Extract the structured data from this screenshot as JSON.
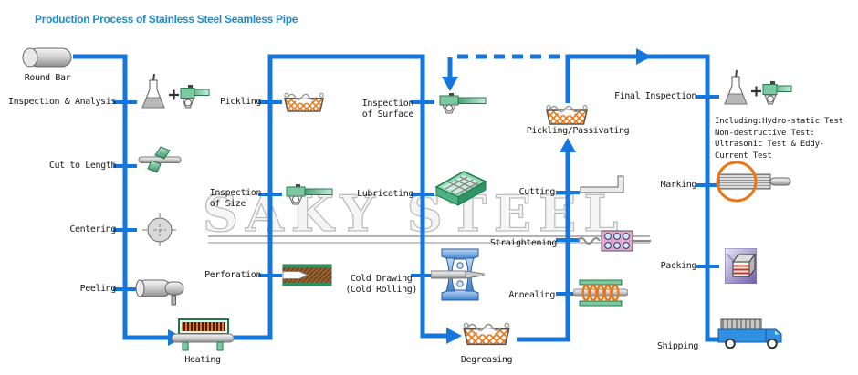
{
  "title": "Production Process of Stainless Steel Seamless Pipe",
  "watermark": {
    "text": "SAKY STEEL"
  },
  "colors": {
    "flow_line": "#1577de",
    "title_text": "#1d8ccd",
    "label_text": "#191919",
    "watermark_gray": "#bdbdbd",
    "machine_green": "#2f8f5f",
    "bath_orange": "#e87818"
  },
  "steps": [
    {
      "id": "round-bar",
      "label": "Round Bar",
      "icon": "round-bar-icon"
    },
    {
      "id": "inspection-analysis",
      "label": "Inspection & Analysis",
      "icon": "flask-caliper-icon"
    },
    {
      "id": "cut-to-length",
      "label": "Cut to Length",
      "icon": "bar-cutter-icon"
    },
    {
      "id": "centering",
      "label": "Centering",
      "icon": "crosshair-icon"
    },
    {
      "id": "peeling",
      "label": "Peeling",
      "icon": "peeled-bar-icon"
    },
    {
      "id": "heating",
      "label": "Heating",
      "icon": "heating-furnace-icon"
    },
    {
      "id": "pickling",
      "label": "Pickling",
      "icon": "acid-bath-icon"
    },
    {
      "id": "inspection-of-size",
      "label": "Inspection\nof Size",
      "icon": "caliper-icon"
    },
    {
      "id": "perforation",
      "label": "Perforation",
      "icon": "piercing-die-icon"
    },
    {
      "id": "inspection-of-surface",
      "label": "Inspection\nof Surface",
      "icon": "caliper-icon"
    },
    {
      "id": "lubricating",
      "label": "Lubricating",
      "icon": "lubrication-basket-icon"
    },
    {
      "id": "cold-drawing",
      "label": "Cold Drawing\n(Cold Rolling)",
      "icon": "drawing-mill-icon"
    },
    {
      "id": "degreasing",
      "label": "Degreasing",
      "icon": "acid-bath-icon"
    },
    {
      "id": "annealing",
      "label": "Annealing",
      "icon": "annealing-coil-furnace-icon"
    },
    {
      "id": "straightening",
      "label": "Straightening",
      "icon": "straightener-rolls-icon"
    },
    {
      "id": "cutting",
      "label": "Cutting",
      "icon": "cut-pipe-icon"
    },
    {
      "id": "pickling-passivating",
      "label": "Pickling/Passivating",
      "icon": "acid-bath-icon"
    },
    {
      "id": "final-inspection",
      "label": "Final Inspection",
      "icon": "flask-caliper-icon"
    },
    {
      "id": "marking",
      "label": "Marking",
      "icon": "marked-pipe-icon"
    },
    {
      "id": "packing",
      "label": "Packing",
      "icon": "packing-box-icon"
    },
    {
      "id": "shipping",
      "label": "Shipping",
      "icon": "delivery-truck-icon"
    }
  ],
  "final_inspection_note": "Including:Hydro-static Test\nNon-destructive Test:\nUltrasonic Test & Eddy-\nCurrent Test",
  "flow_order": [
    "Round Bar",
    "Inspection & Analysis",
    "Cut to Length",
    "Centering",
    "Peeling",
    "Heating",
    "Pickling",
    "Inspection of Size",
    "Perforation",
    "Inspection of Surface",
    "Lubricating",
    "Cold Drawing (Cold Rolling)",
    "Degreasing",
    "Annealing",
    "Straightening",
    "Cutting",
    "Pickling/Passivating",
    "Final Inspection",
    "Marking",
    "Packing",
    "Shipping"
  ],
  "dashed_return": {
    "from": "Pickling/Passivating",
    "to": "Inspection of Surface"
  }
}
